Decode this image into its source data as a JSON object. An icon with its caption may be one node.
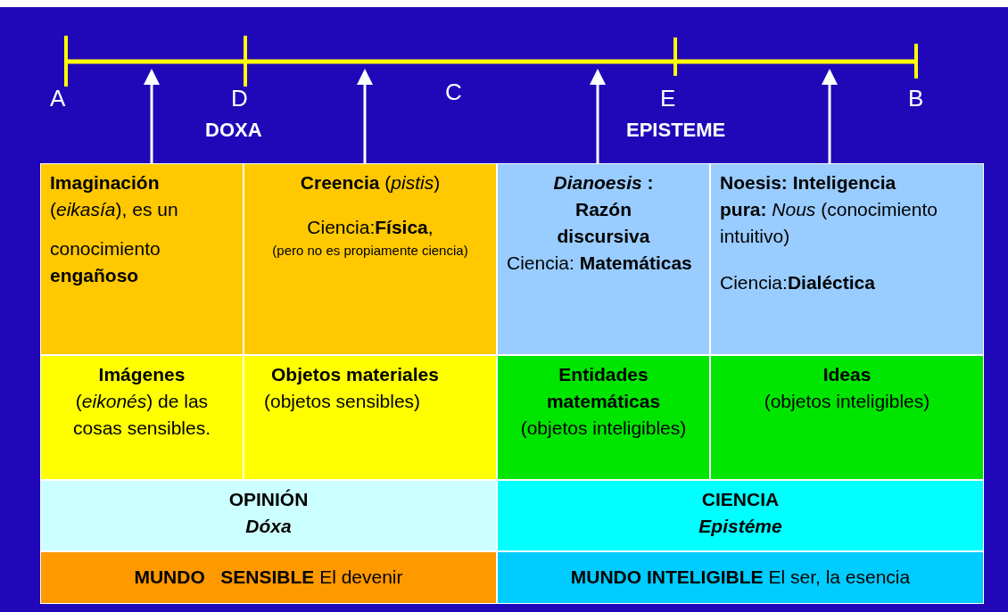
{
  "diagram": {
    "nodes": [
      {
        "text": [
          "**Imaginación** (*eikasía*), es un",
          "conocimiento **engañoso**"
        ]
      },
      {
        "text": [
          "**Creencia** (*pistis*)",
          "Ciencia:**Física**,",
          "(pero no es propiamente ciencia)"
        ]
      },
      {
        "text": [
          "*Dianoesis* : Razón discursiva",
          "Ciencia: **Matemáticas**"
        ]
      },
      {
        "text": [
          "**Noesis: Inteligencia pura:** *Nous* (conocimiento intuitivo)",
          "Ciencia:**Dialéctica**"
        ]
      },
      {
        "text": [
          "Imágenes",
          "(*eikonés*) de las cosas sensibles."
        ]
      },
      {
        "text": [
          "Objetos materiales",
          "(objetos sensibles)"
        ]
      },
      {
        "text": [
          "Entidades matemáticas",
          "(objetos inteligibles)"
        ]
      },
      {
        "text": [
          "Ideas",
          "(objetos inteligibles)"
        ]
      },
      {
        "text": [
          "OPINIÓN",
          "Dóxa"
        ]
      },
      {
        "text": [
          "CIENCIA",
          "Epistéme"
        ]
      },
      {
        "text": [
          "**MUNDO   SENSIBLE** El devenir"
        ]
      },
      {
        "text": [
          "**MUNDO INTELIGIBLE** El ser, la esencia"
        ]
      }
    ],
    "edges": [
      {
        "from": 0,
        "to": null,
        "arrow": "to"
      },
      {
        "from": 1,
        "to": null,
        "arrow": "to"
      },
      {
        "from": 2,
        "to": null,
        "arrow": "to"
      },
      {
        "from": 3,
        "to": null,
        "arrow": "to"
      }
    ],
    "labels": [
      "A",
      "D",
      "C",
      "E",
      "B",
      "DOXA",
      "EPISTEME"
    ]
  }
}
